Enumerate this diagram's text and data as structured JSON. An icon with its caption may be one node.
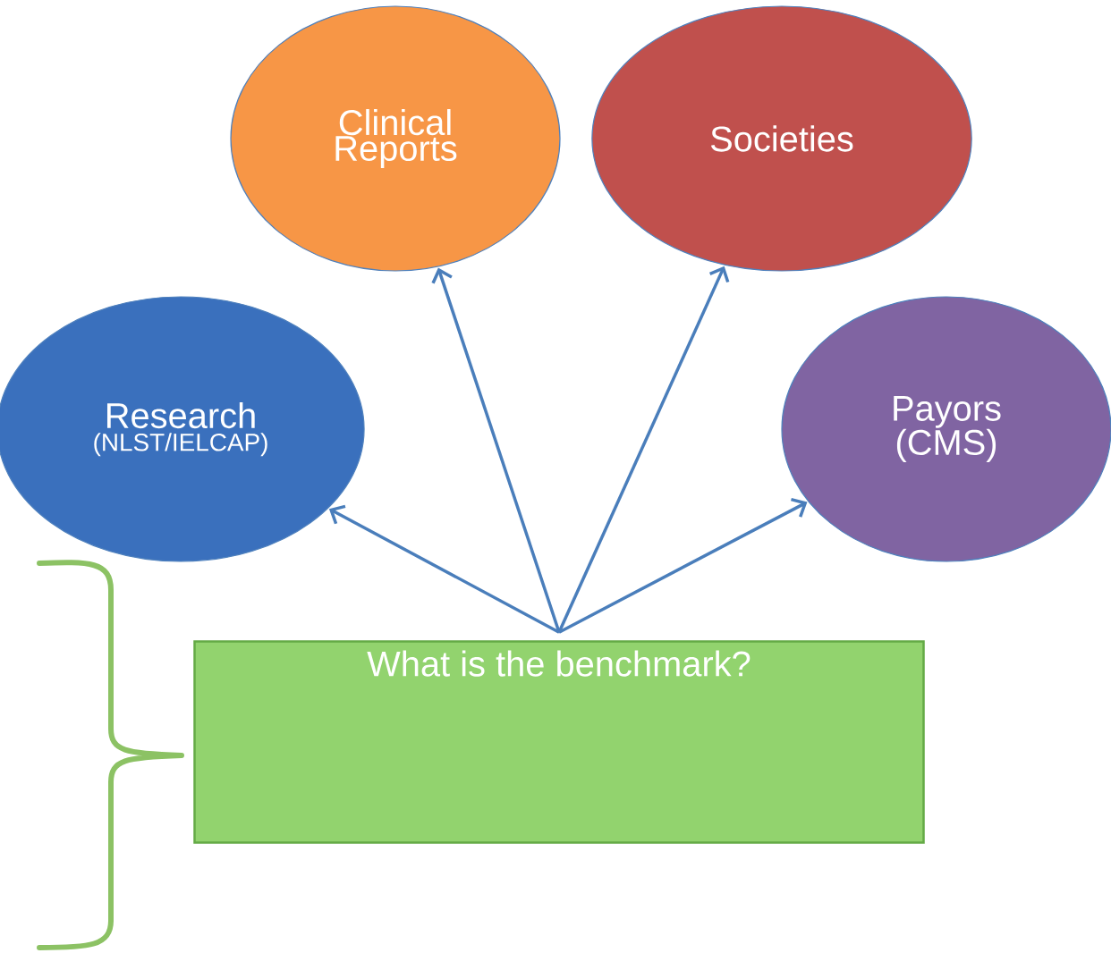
{
  "diagram": {
    "nodes": [
      {
        "text": [
          "Clinical Reports"
        ]
      },
      {
        "text": [
          "Societies"
        ]
      },
      {
        "text": [
          "Research",
          "(NLST/IELCAP)"
        ]
      },
      {
        "text": [
          "Payors (CMS)"
        ]
      },
      {
        "text": [
          "What is the benchmark?"
        ]
      }
    ],
    "edges": [
      {
        "from": 4,
        "to": 2,
        "arrow": "to"
      },
      {
        "from": 4,
        "to": 0,
        "arrow": "to"
      },
      {
        "from": 4,
        "to": 1,
        "arrow": "to"
      },
      {
        "from": 4,
        "to": 3,
        "arrow": "to"
      }
    ]
  }
}
